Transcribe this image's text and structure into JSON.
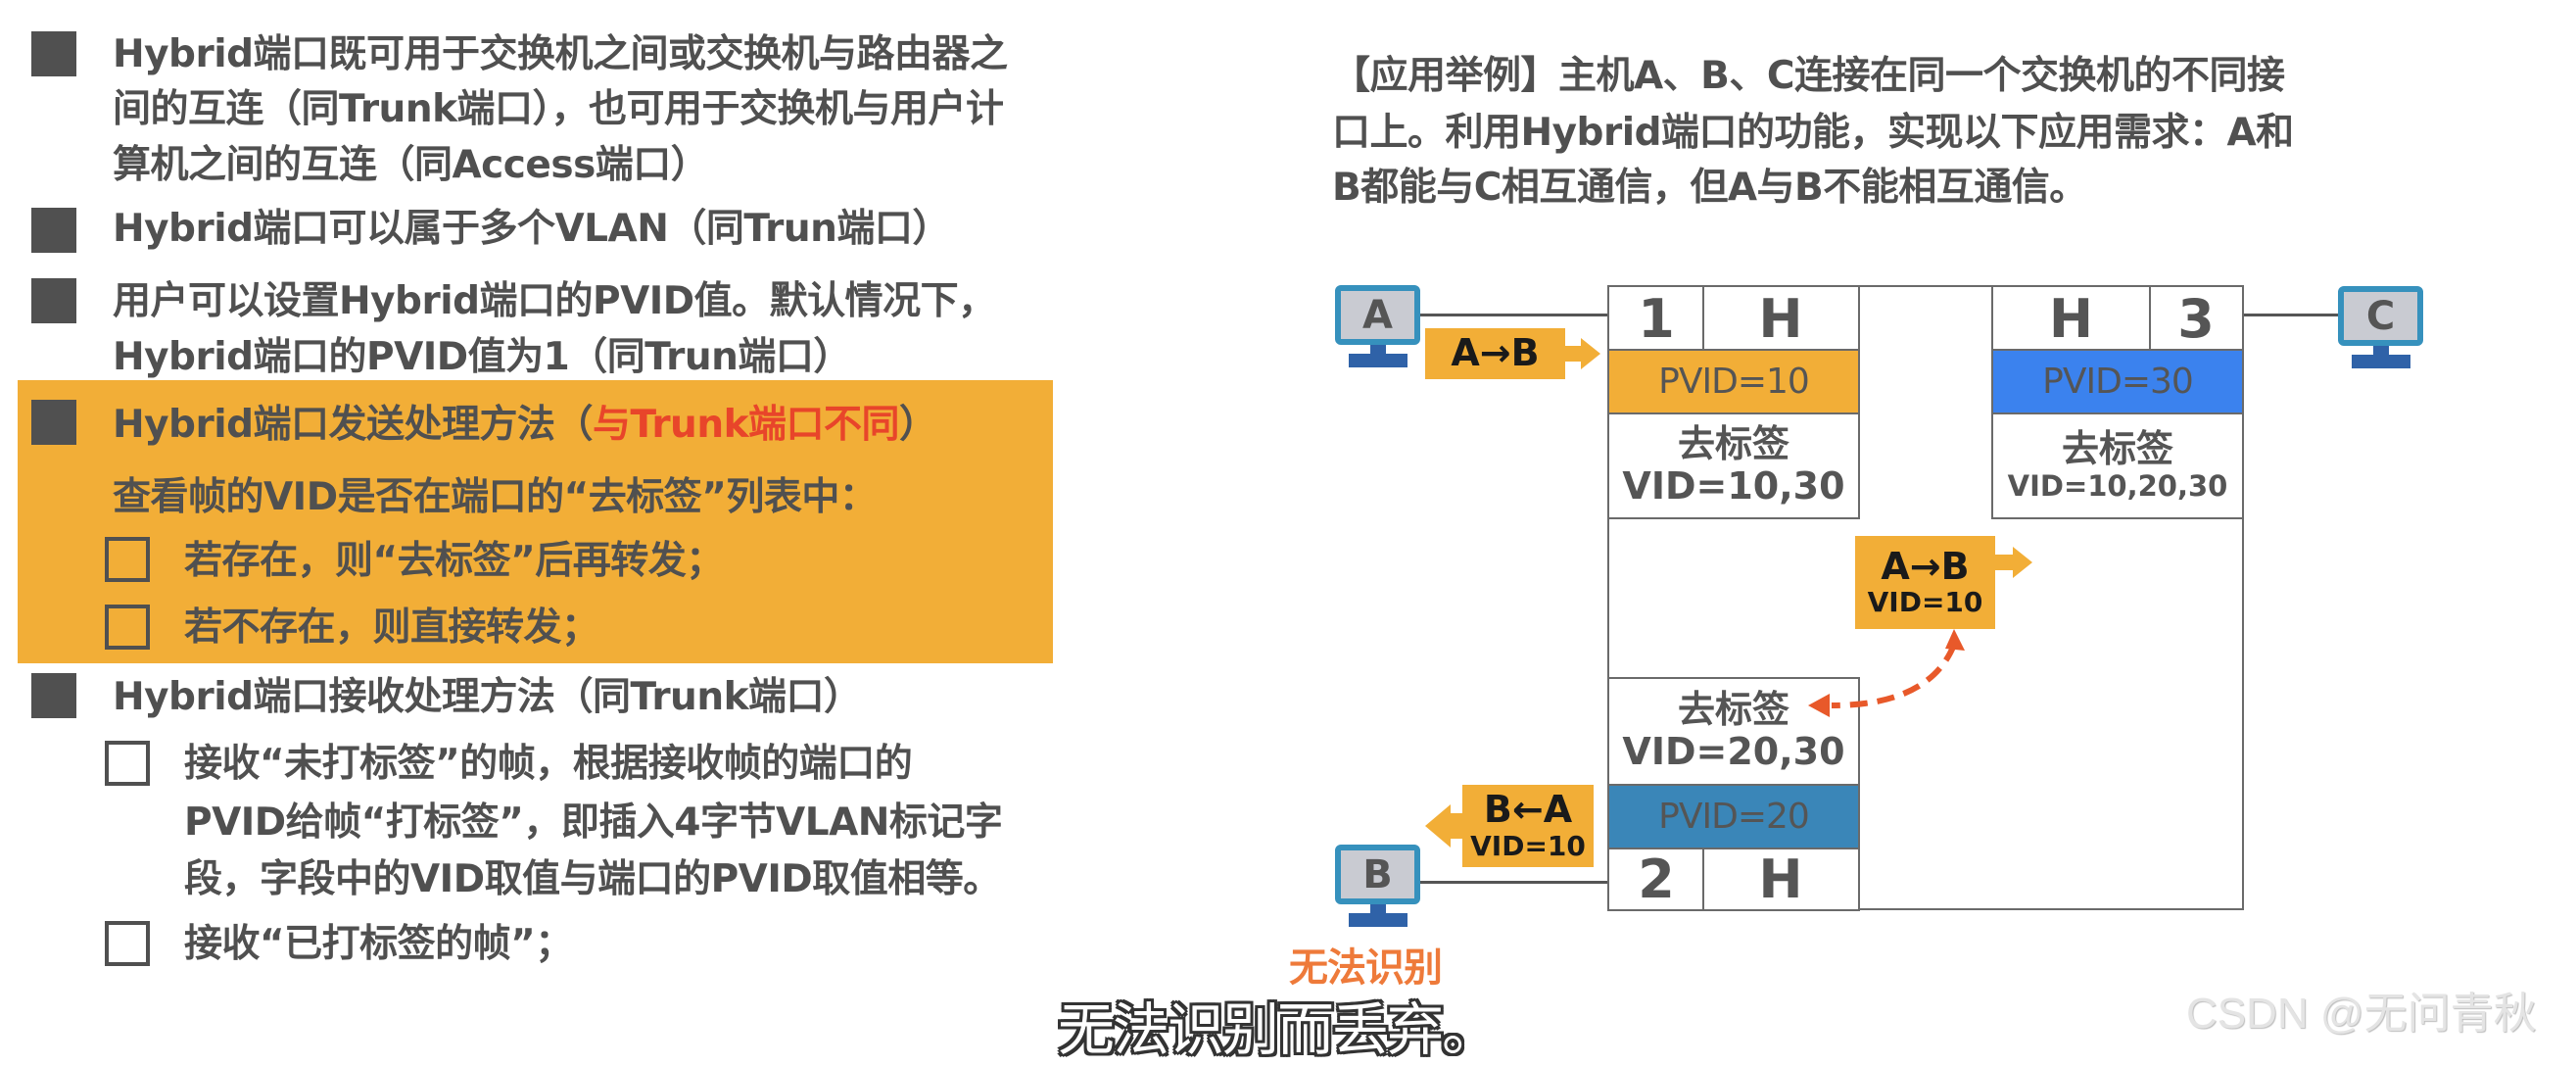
{
  "left": {
    "bullets": [
      {
        "lines": [
          "Hybrid端口既可用于交换机之间或交换机与路由器之",
          "间的互连（同Trunk端口），也可用于交换机与用户计",
          "算机之间的互连（同Access端口）"
        ]
      },
      {
        "lines": [
          "Hybrid端口可以属于多个VLAN（同Trun端口）"
        ]
      },
      {
        "lines": [
          "用户可以设置Hybrid端口的PVID值。默认情况下，",
          "Hybrid端口的PVID值为1（同Trun端口）"
        ]
      },
      {
        "prefix": "Hybrid端口发送处理方法（",
        "highlight": "与Trunk端口不同",
        "suffix": "）"
      },
      {
        "lines": [
          "Hybrid端口接收处理方法（同Trunk端口）"
        ]
      }
    ],
    "send_intro": "查看帧的VID是否在端口的“去标签”列表中：",
    "send_sub": [
      "若存在，则“去标签”后再转发；",
      "若不存在，则直接转发；"
    ],
    "recv_sub": [
      {
        "lines": [
          "接收“未打标签”的帧，根据接收帧的端口的",
          "PVID给帧“打标签”，即插入4字节VLAN标记字",
          "段，字段中的VID取值与端口的PVID取值相等。"
        ]
      },
      {
        "lines": [
          "接收“已打标签的帧”；"
        ]
      }
    ],
    "highlight_color": "#F2AE37",
    "accent_red": "#E8452A"
  },
  "example": {
    "lines": [
      "【应用举例】主机A、B、C连接在同一个交换机的不同接",
      "口上。利用Hybrid端口的功能，实现以下应用需求：A和",
      "B都能与C相互通信，但A与B不能相互通信。"
    ]
  },
  "diagram": {
    "hosts": {
      "a": "A",
      "b": "B",
      "c": "C"
    },
    "ports": {
      "p1": {
        "num": "1",
        "type": "H",
        "pvid": "PVID=10",
        "untag_label": "去标签",
        "untag_vids": "VID=10,30",
        "pvid_color": "#F2AE37"
      },
      "p2": {
        "num": "2",
        "type": "H",
        "pvid": "PVID=20",
        "untag_label": "去标签",
        "untag_vids": "VID=20,30",
        "pvid_color": "#3A86B8"
      },
      "p3": {
        "num": "3",
        "type": "H",
        "pvid": "PVID=30",
        "untag_label": "去标签",
        "untag_vids": "VID=10,20,30",
        "pvid_color": "#3B82EE"
      }
    },
    "frames": {
      "in_a": {
        "label": "A→B"
      },
      "mid": {
        "label": "A→B",
        "vid": "VID=10"
      },
      "out_b": {
        "label": "B←A",
        "vid": "VID=10"
      }
    },
    "note": "无法识别"
  },
  "subtitle": "无法识别而丢弃。",
  "watermark": "CSDN @无问青秋"
}
